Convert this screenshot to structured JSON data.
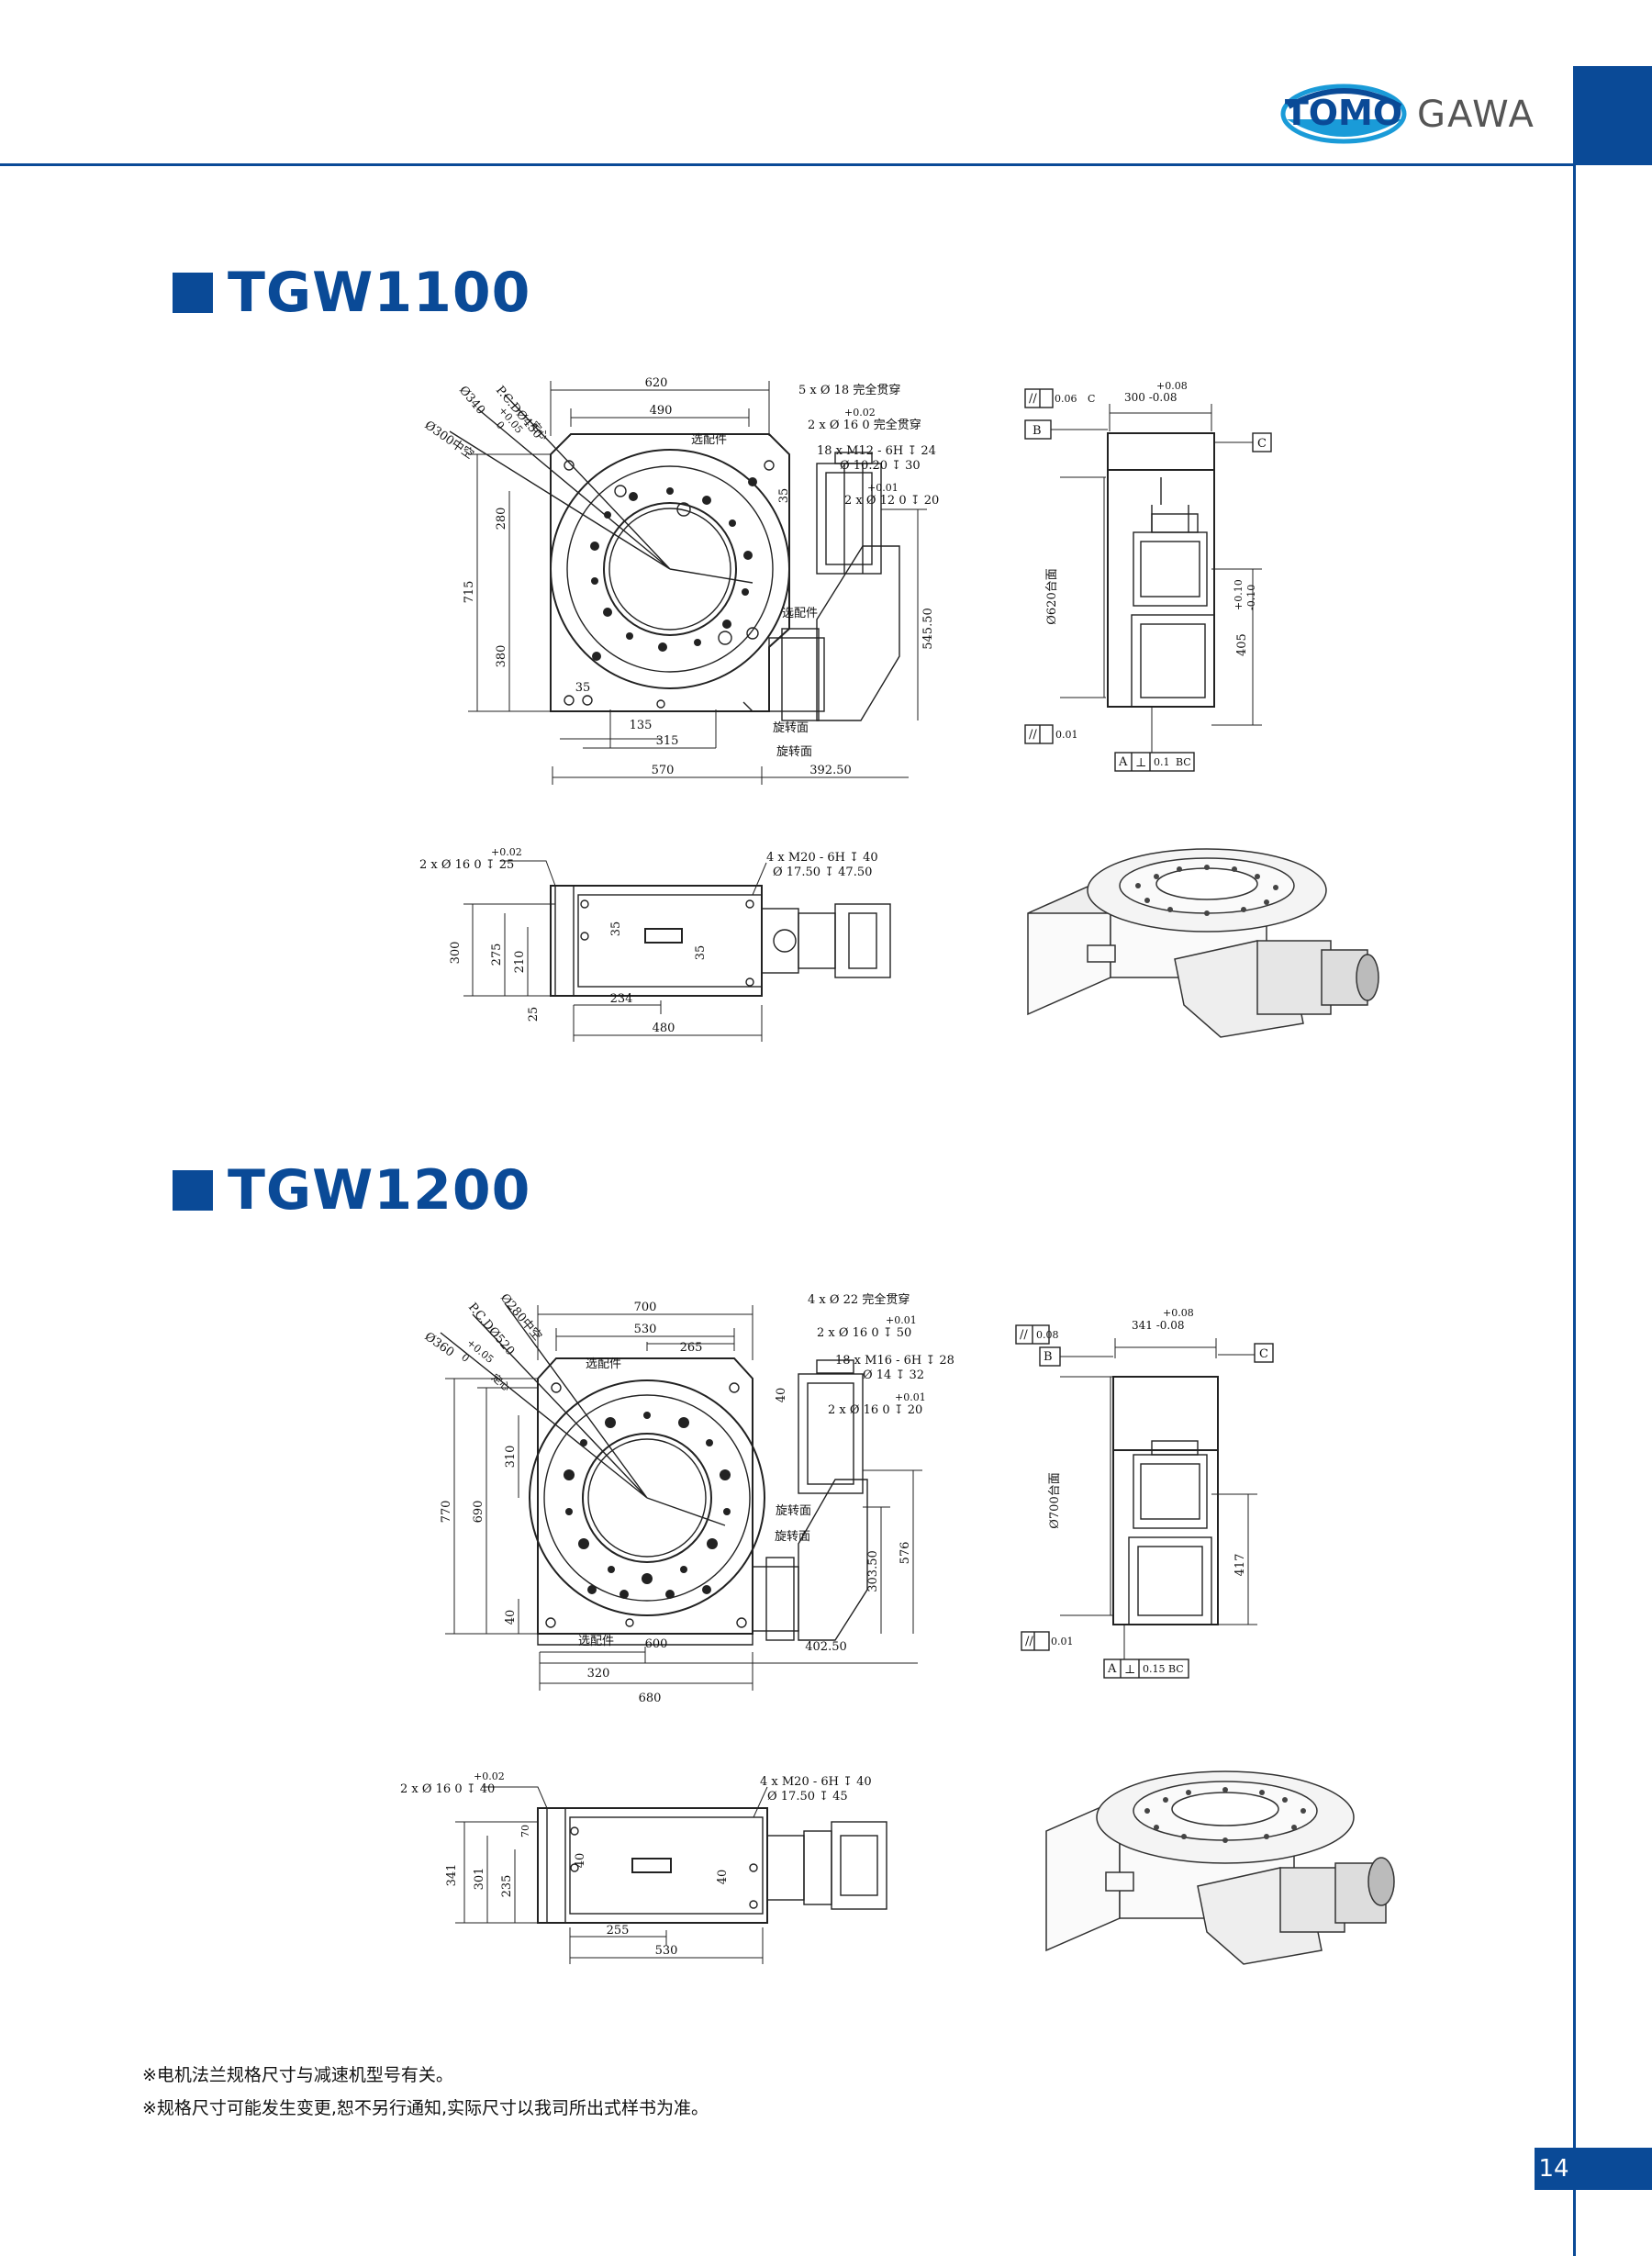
{
  "brand": {
    "logo_left": "TOMO",
    "logo_right": "GAWA",
    "color_primary": "#0a4a97",
    "color_cyan": "#1a9bd8"
  },
  "sections": [
    {
      "title": "TGW1100",
      "top_view": {
        "dims": [
          "620",
          "490",
          "715",
          "280",
          "380",
          "35",
          "135",
          "315",
          "570",
          "392.50",
          "545.50",
          "35"
        ],
        "callouts": {
          "pcd": "P.C.DØ450",
          "d340": "Ø340",
          "d340_tol_upper": "+0.05",
          "d340_tol_lower": "0",
          "d340_note": "定心",
          "d300": "Ø300中空",
          "holes1": "5 x Ø 18 完全贯穿",
          "pin_tol_upper": "+0.02",
          "holes2": "2 x Ø 16  0   完全贯穿",
          "thread": "18 x  M12 - 6H ↧ 24",
          "thread_drill": "Ø 10.20 ↧ 30",
          "pin2_tol_upper": "+0.01",
          "holes3": "2 x Ø 12  0   ↧ 20",
          "option1": "选配件",
          "option2": "选配件",
          "rotate1": "旋转面",
          "rotate2": "旋转面"
        }
      },
      "side_view": {
        "parallel": "//",
        "parallel_value": "0.06",
        "datum_c": "C",
        "datum_b": "B",
        "datum_a": "A",
        "width_tol_upper": "+0.08",
        "width": "300 -0.08",
        "table_dia": "Ø620台面",
        "height_tol_upper": "+0.10",
        "height_tol_lower": "-0.10",
        "height": "405",
        "flatness": "0.01",
        "perp": "⊥",
        "perp_value": "0.1",
        "perp_ref": "BC"
      },
      "front_view": {
        "pin_tol_upper": "+0.02",
        "pin": "2 x Ø 16  0    ↧ 25",
        "thread": "4 x  M20 - 6H ↧ 40",
        "thread_drill": "Ø 17.50 ↧ 47.50",
        "dims": [
          "300",
          "275",
          "210",
          "35",
          "35",
          "25",
          "234",
          "480"
        ]
      }
    },
    {
      "title": "TGW1200",
      "top_view": {
        "dims": [
          "700",
          "530",
          "265",
          "770",
          "690",
          "310",
          "40",
          "40",
          "600",
          "320",
          "680",
          "402.50",
          "303.50",
          "576"
        ],
        "callouts": {
          "d280": "Ø280中空",
          "pcd": "P.C.DØ520",
          "d360": "Ø360",
          "d360_tol_upper": "+0.05",
          "d360_tol_lower": "0",
          "d360_note": "定心",
          "holes1": "4 x Ø 22 完全贯穿",
          "pin_tol_upper": "+0.01",
          "holes2": "2 x Ø 16  0   ↧ 50",
          "thread": "18 x  M16 - 6H ↧ 28",
          "thread_drill": "Ø 14 ↧ 32",
          "pin2_tol_upper": "+0.01",
          "holes3": "2 x Ø 16  0   ↧ 20",
          "option1": "选配件",
          "option2": "选配件",
          "rotate1": "旋转面",
          "rotate2": "旋转面"
        }
      },
      "side_view": {
        "parallel": "//",
        "parallel_value": "0.08",
        "datum_c": "C",
        "datum_b": "B",
        "datum_a": "A",
        "width_tol_upper": "+0.08",
        "width": "341 -0.08",
        "table_dia": "Ø700台面",
        "height": "417",
        "flatness": "0.01",
        "perp": "⊥",
        "perp_value": "0.15",
        "perp_ref": "BC"
      },
      "front_view": {
        "pin_tol_upper": "+0.02",
        "pin": "2 x Ø 16  0    ↧ 40",
        "thread": "4 x  M20 - 6H ↧ 40",
        "thread_drill": "Ø 17.50 ↧ 45",
        "dims": [
          "341",
          "301",
          "235",
          "70",
          "40",
          "40",
          "255",
          "530"
        ]
      }
    }
  ],
  "notes": [
    "※电机法兰规格尺寸与减速机型号有关。",
    "※规格尺寸可能发生变更,恕不另行通知,实际尺寸以我司所出式样书为准。"
  ],
  "page_number": "14"
}
